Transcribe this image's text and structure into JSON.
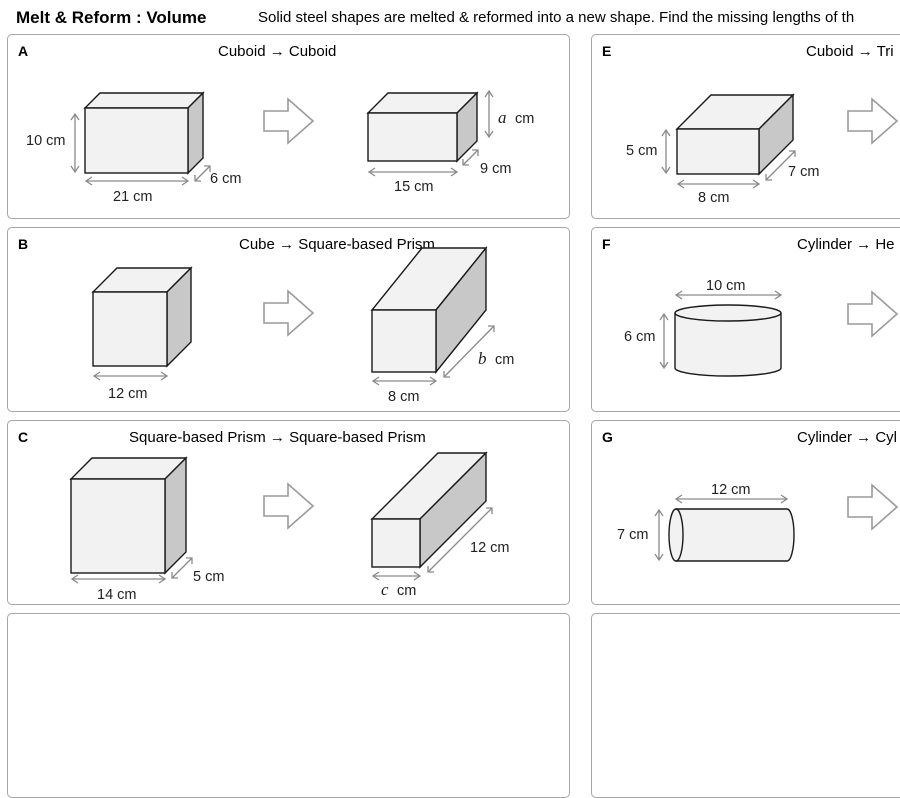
{
  "header": {
    "title": "Melt & Reform : Volume",
    "instructions": "Solid steel shapes are melted & reformed into a new shape. Find the missing lengths of th"
  },
  "panels": {
    "A": {
      "letter": "A",
      "title": "Cuboid → Cuboid",
      "labels": {
        "h1": "10 cm",
        "w1": "21 cm",
        "d1": "6 cm",
        "h2_var": "a",
        "h2_unit": "cm",
        "w2": "15 cm",
        "d2": "9 cm"
      }
    },
    "B": {
      "letter": "B",
      "title": "Cube → Square-based Prism",
      "labels": {
        "w1": "12 cm",
        "w2": "8 cm",
        "d2_var": "b",
        "d2_unit": "cm"
      }
    },
    "C": {
      "letter": "C",
      "title": "Square-based Prism → Square-based Prism",
      "labels": {
        "w1": "14 cm",
        "d1": "5 cm",
        "w2_var": "c",
        "w2_unit": "cm",
        "d2": "12 cm"
      }
    },
    "E": {
      "letter": "E",
      "title": "Cuboid → Tri",
      "labels": {
        "h1": "5 cm",
        "w1": "8 cm",
        "d1": "7 cm"
      }
    },
    "F": {
      "letter": "F",
      "title": "Cylinder → He",
      "labels": {
        "diam": "10 cm",
        "h1": "6 cm"
      }
    },
    "G": {
      "letter": "G",
      "title": "Cylinder → Cyl",
      "labels": {
        "len": "12 cm",
        "diam": "7 cm"
      }
    }
  }
}
